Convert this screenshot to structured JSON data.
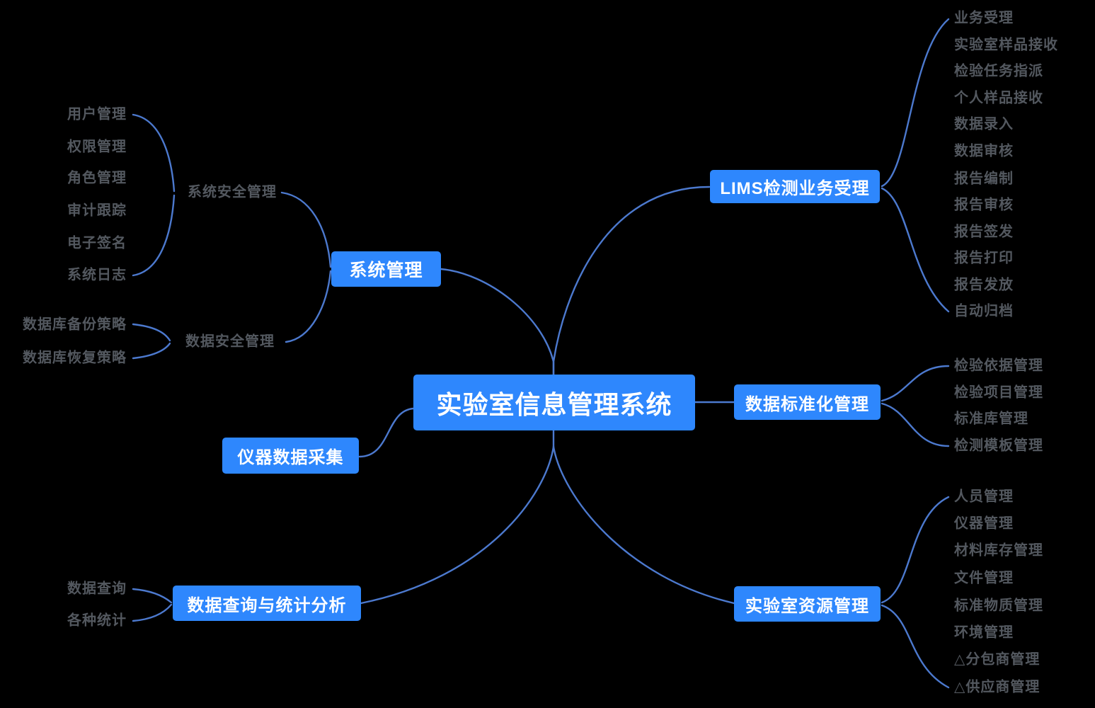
{
  "title": "实验室信息管理系统",
  "colors": {
    "background": "#000000",
    "node_fill": "#2E87FD",
    "node_text": "#FFFFFF",
    "connector_line": "#4C79CE",
    "label_text": "#53585F"
  },
  "root": {
    "label": "实验室信息管理系统"
  },
  "branches": [
    {
      "label": "系统管理",
      "children": [
        {
          "label": "系统安全管理",
          "children": [
            "用户管理",
            "权限管理",
            "角色管理",
            "审计跟踪",
            "电子签名",
            "系统日志"
          ]
        },
        {
          "label": "数据安全管理",
          "children": [
            "数据库备份策略",
            "数据库恢复策略"
          ]
        }
      ]
    },
    {
      "label": "仪器数据采集",
      "children": []
    },
    {
      "label": "数据查询与统计分析",
      "children": [
        "数据查询",
        "各种统计"
      ]
    },
    {
      "label": "LIMS检测业务受理",
      "children": [
        "业务受理",
        "实验室样品接收",
        "检验任务指派",
        "个人样品接收",
        "数据录入",
        "数据审核",
        "报告编制",
        "报告审核",
        "报告签发",
        "报告打印",
        "报告发放",
        "自动归档"
      ]
    },
    {
      "label": "数据标准化管理",
      "children": [
        "检验依据管理",
        "检验项目管理",
        "标准库管理",
        "检测模板管理"
      ]
    },
    {
      "label": "实验室资源管理",
      "children": [
        "人员管理",
        "仪器管理",
        "材料库存管理",
        "文件管理",
        "标准物质管理",
        "环境管理",
        "△分包商管理",
        "△供应商管理"
      ]
    }
  ]
}
